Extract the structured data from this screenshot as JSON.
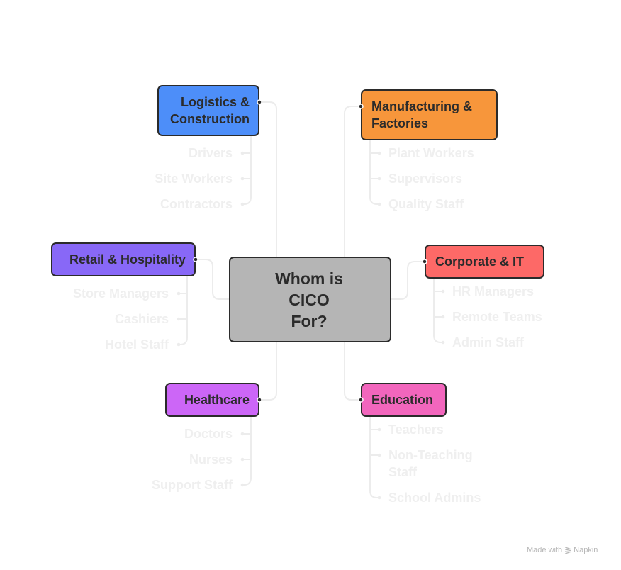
{
  "center": {
    "title": "Whom is CICO For?",
    "color": "#b5b5b5"
  },
  "categories": [
    {
      "label": "Logistics & Construction",
      "color": "#4d8ef9",
      "children": [
        "Drivers",
        "Site Workers",
        "Contractors"
      ]
    },
    {
      "label": "Manufacturing & Factories",
      "color": "#f7963b",
      "children": [
        "Plant Workers",
        "Supervisors",
        "Quality Staff"
      ]
    },
    {
      "label": "Retail & Hospitality",
      "color": "#8868f7",
      "children": [
        "Store Managers",
        "Cashiers",
        "Hotel Staff"
      ]
    },
    {
      "label": "Corporate & IT",
      "color": "#fd6967",
      "children": [
        "HR Managers",
        "Remote Teams",
        "Admin Staff"
      ]
    },
    {
      "label": "Healthcare",
      "color": "#cc66f7",
      "children": [
        "Doctors",
        "Nurses",
        "Support Staff"
      ]
    },
    {
      "label": "Education",
      "color": "#f266bd",
      "children": [
        "Teachers",
        "Non-Teaching Staff",
        "School Admins"
      ]
    }
  ],
  "footer": {
    "made_with": "Made with",
    "brand": "Napkin",
    "logo_icon": "napkin-logo-icon"
  }
}
